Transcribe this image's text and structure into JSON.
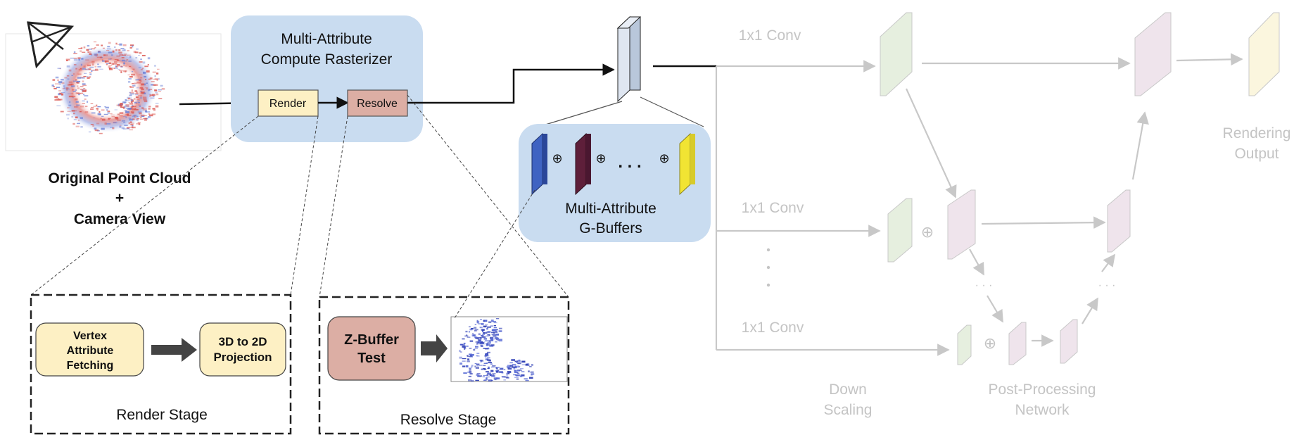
{
  "left_panel": {
    "point_cloud_title_line1": "Original Point Cloud",
    "point_cloud_title_line2": "+",
    "point_cloud_title_line3": "Camera View"
  },
  "rasterizer": {
    "title_line1": "Multi-Attribute",
    "title_line2": "Compute Rasterizer",
    "render_label": "Render",
    "resolve_label": "Resolve"
  },
  "gbuffers": {
    "title_line1": "Multi-Attribute",
    "title_line2": "G-Buffers",
    "op_symbol": "⊕",
    "ellipsis": ". . ."
  },
  "render_stage": {
    "box1_line1": "Vertex",
    "box1_line2": "Attribute",
    "box1_line3": "Fetching",
    "box2_line1": "3D to 2D",
    "box2_line2": "Projection",
    "caption": "Render Stage"
  },
  "resolve_stage": {
    "box1_line1": "Z-Buffer",
    "box1_line2": "Test",
    "caption": "Resolve Stage"
  },
  "network": {
    "conv_label_1": "1x1 Conv",
    "conv_label_2": "1x1 Conv",
    "conv_label_3": "1x1 Conv",
    "vertical_ellipsis": "·\n·\n·",
    "down_scaling_line1": "Down",
    "down_scaling_line2": "Scaling",
    "post_processing_line1": "Post-Processing",
    "post_processing_line2": "Network",
    "rendering_output_line1": "Rendering",
    "rendering_output_line2": "Output",
    "oplus": "⊕",
    "diag_dots": "· · ·"
  },
  "colors": {
    "rasterizer_bg": "#c9dcf0",
    "render_box": "#fdf0c4",
    "resolve_box": "#dcaea4",
    "grey_line": "#c8c8c8",
    "grey_text": "#c4c4c4",
    "buffer_blue": "#3f63c2",
    "buffer_maroon": "#5e1f3a",
    "buffer_yellow": "#f1e433"
  }
}
